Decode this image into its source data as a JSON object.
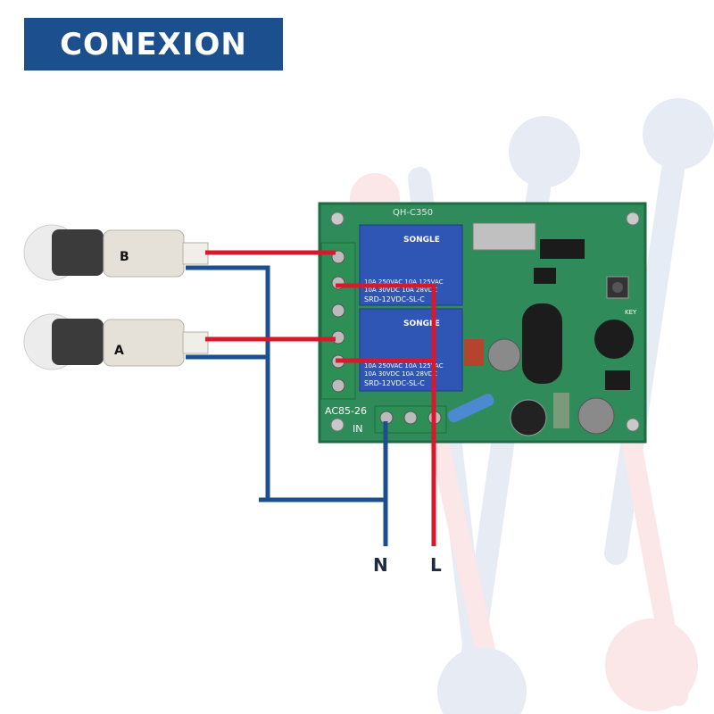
{
  "header": {
    "title": "CONEXION"
  },
  "colors": {
    "title_bg": "#1b4f8e",
    "neutral_wire": "#1b4f8e",
    "live_wire": "#d8182c",
    "pcb": "#2f8c5a",
    "relay": "#2f55b5"
  },
  "lamps": [
    {
      "label": "B"
    },
    {
      "label": "A"
    }
  ],
  "terminals": {
    "neutral": "N",
    "live": "L"
  },
  "board": {
    "power_label": "AC85-26",
    "input_label": "IN",
    "silk_top": "QH-C350",
    "relays": [
      {
        "brand": "SONGLE",
        "rating1": "10A 250VAC  10A 125VAC",
        "rating2": "10A  30VDC  10A  28VDC",
        "model": "SRD-12VDC-SL-C"
      },
      {
        "brand": "SONGLE",
        "rating1": "10A 250VAC  10A 125VAC",
        "rating2": "10A  30VDC  10A  28VDC",
        "model": "SRD-12VDC-SL-C"
      }
    ],
    "key_label": "KEY"
  }
}
